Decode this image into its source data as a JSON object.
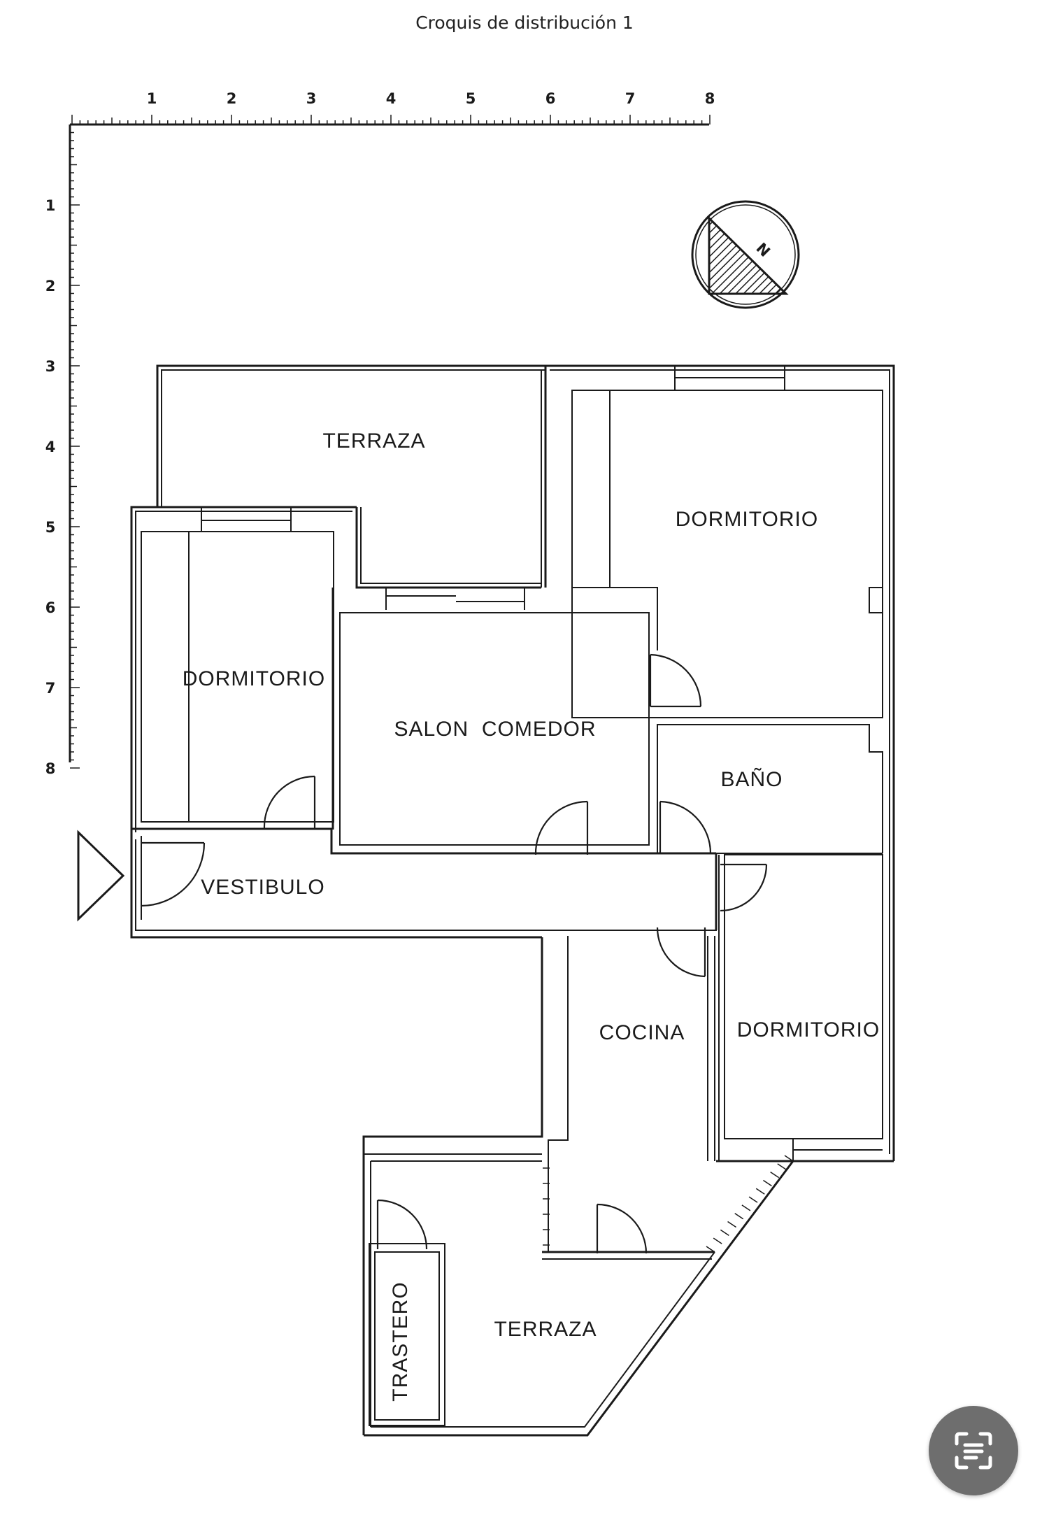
{
  "page_title": "Croquis de distribución 1",
  "ruler": {
    "top_ticks": [
      "1",
      "2",
      "3",
      "4",
      "5",
      "6",
      "7",
      "8"
    ],
    "left_ticks": [
      "1",
      "2",
      "3",
      "4",
      "5",
      "6",
      "7",
      "8"
    ]
  },
  "compass": {
    "north_label": "N"
  },
  "rooms": {
    "terraza_norte": "TERRAZA",
    "dormitorio_ne": "DORMITORIO",
    "dormitorio_oeste": "DORMITORIO",
    "salon_comedor": "SALON  COMEDOR",
    "bano": "BAÑO",
    "vestibulo": "VESTIBULO",
    "cocina": "COCINA",
    "dormitorio_se": "DORMITORIO",
    "terraza_sur": "TERRAZA",
    "trastero": "TRASTERO"
  },
  "icons": {
    "entrance": "entrance-arrow-icon",
    "compass": "north-compass-icon",
    "scan": "scan-text-icon"
  }
}
